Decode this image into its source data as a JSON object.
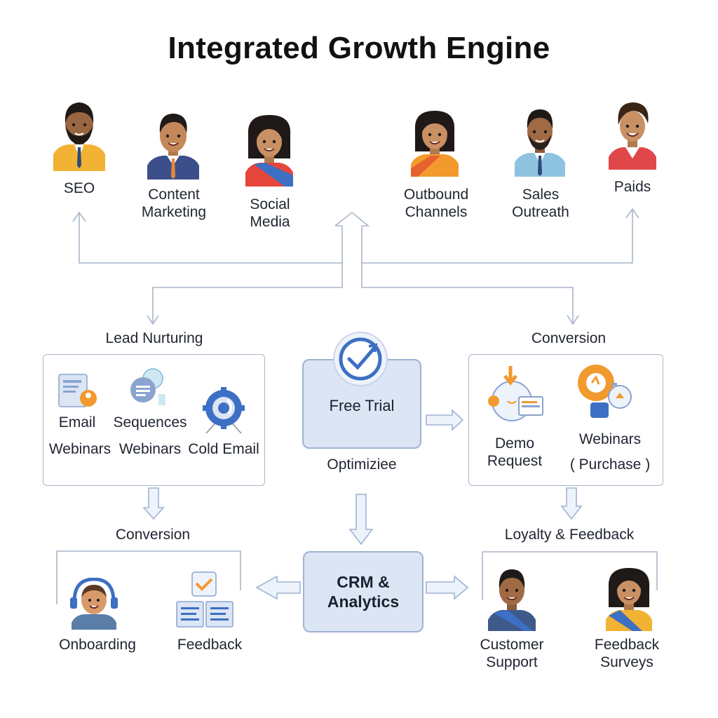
{
  "title": "Integrated Growth Engine",
  "channels": [
    {
      "label": "SEO"
    },
    {
      "label": "Content\nMarketing"
    },
    {
      "label": "Social\nMedia"
    },
    {
      "label": "Outbound\nChannels"
    },
    {
      "label": "Sales\nOutreath"
    },
    {
      "label": "Paids"
    }
  ],
  "lead_nurturing": {
    "heading": "Lead Nurturing",
    "items": [
      "Email",
      "Sequences"
    ],
    "bottom_labels": [
      "Webinars",
      "Webinars",
      "Cold Email"
    ]
  },
  "free_trial": {
    "label": "Free Trial",
    "caption": "Optimiziee"
  },
  "conversion_top": {
    "heading": "Conversion",
    "items": [
      "Demo\nRequest",
      "Webinars\n( Purchase )"
    ]
  },
  "conversion_bottom": {
    "heading": "Conversion",
    "items": [
      "Onboarding",
      "Feedback"
    ]
  },
  "crm": {
    "label": "CRM &\nAnalytics"
  },
  "loyalty": {
    "heading": "Loyalty & Feedback",
    "items": [
      "Customer\nSupport",
      "Feedback\nSurveys"
    ]
  },
  "colors": {
    "line": "#a9b6c9",
    "core_fill": "#dbe5f4",
    "orange": "#f29a2e",
    "blue": "#3d6fc4"
  }
}
